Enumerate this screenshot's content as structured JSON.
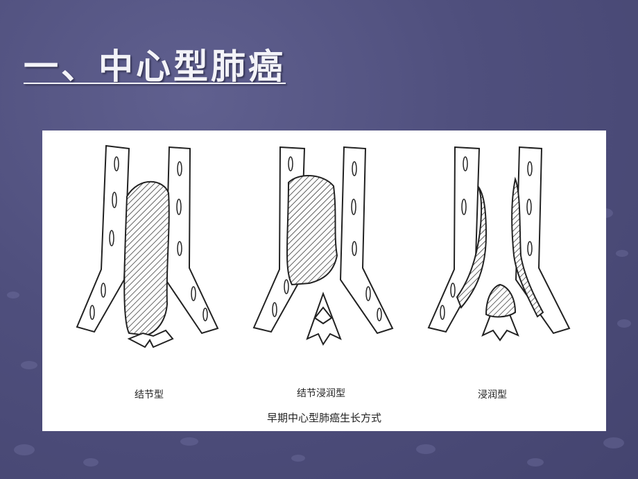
{
  "slide": {
    "title": "一、中心型肺癌"
  },
  "figure": {
    "panel_labels": [
      "结节型",
      "结节浸润型",
      "浸润型"
    ],
    "caption": "早期中心型肺癌生长方式"
  }
}
